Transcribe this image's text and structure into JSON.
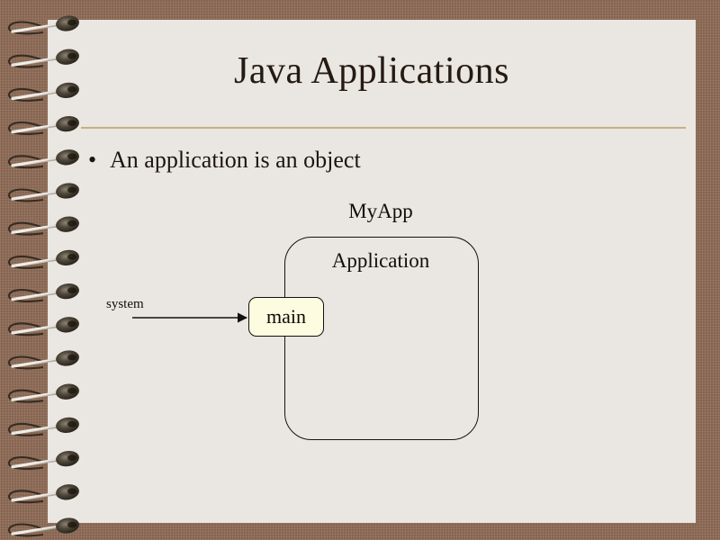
{
  "slide": {
    "title": "Java Applications",
    "bullet_marker": "•",
    "bullets": [
      "An application is an object"
    ]
  },
  "diagram": {
    "type": "object-diagram",
    "outer_label": "MyApp",
    "container_label": "Application",
    "method_box_label": "main",
    "source_label": "system",
    "arrow": {
      "from": "system",
      "to": "main",
      "style": "solid-line-filled-arrowhead"
    }
  },
  "theme": {
    "background_color": "#906d57",
    "page_color": "#eae6e1",
    "title_color": "#241a12",
    "rule_color": "#c2b280",
    "text_color": "#1c1410",
    "box_fill_color": "#fdfbe0",
    "box_border_color": "#111111",
    "spiral_wire_color": "#c9c5bd",
    "spiral_ring_color": "#5b5348"
  },
  "icons": {
    "spiral_binding": "spiral-binding-icon",
    "bullet": "bullet-dot-icon"
  }
}
